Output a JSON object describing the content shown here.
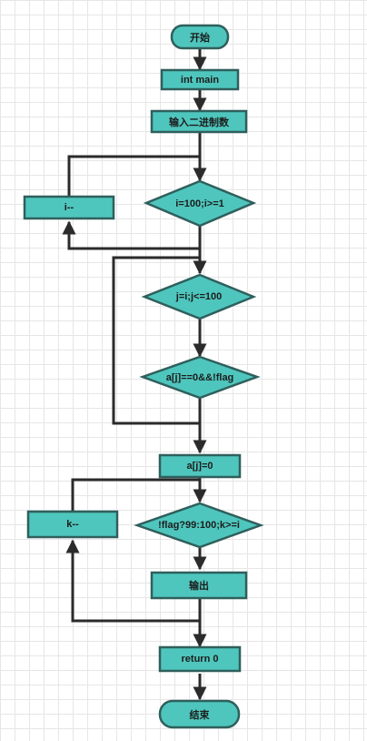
{
  "colors": {
    "fill": "#4ec6bd",
    "stroke": "#2f5f5c",
    "line": "#2b2b2b"
  },
  "nodes": {
    "start": "开始",
    "int_main": "int main",
    "input": "输入二进制数",
    "loop_i": "i=100;i>=1",
    "dec_i": "i--",
    "loop_j": "j=i;j<=100",
    "cond": "a[j]==0&&!flag",
    "assign": "a[j]=0",
    "loop_k": "!flag?99:100;k>=i",
    "dec_k": "k--",
    "output": "输出",
    "ret": "return 0",
    "end": "结束"
  }
}
